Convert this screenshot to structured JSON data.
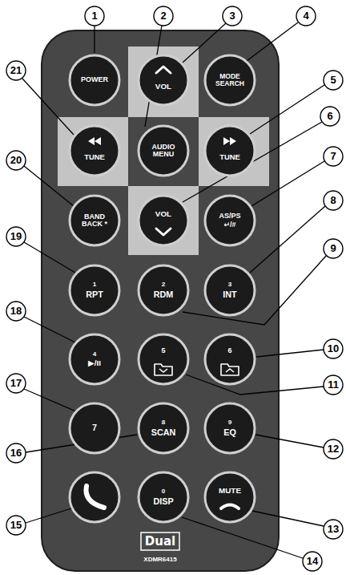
{
  "diagram": {
    "nodes": [
      {
        "text": [
          "POWER"
        ]
      },
      {
        "text": [
          "VOL"
        ]
      },
      {
        "text": [
          "MODE SEARCH"
        ]
      },
      {
        "text": [
          "TUNE"
        ]
      },
      {
        "text": [
          "AUDIO MENU"
        ]
      },
      {
        "text": [
          "TUNE"
        ]
      },
      {
        "text": [
          "BAND BACK *"
        ]
      },
      {
        "text": [
          "VOL"
        ]
      },
      {
        "text": [
          "AS/PS",
          "↵/#"
        ]
      },
      {
        "text": [
          "1",
          "RPT"
        ]
      },
      {
        "text": [
          "2",
          "RDM"
        ]
      },
      {
        "text": [
          "3",
          "INT"
        ]
      },
      {
        "text": [
          "4",
          "▶/II"
        ]
      },
      {
        "text": [
          "5"
        ]
      },
      {
        "text": [
          "6"
        ]
      },
      {
        "text": [
          "7"
        ]
      },
      {
        "text": [
          "8",
          "SCAN"
        ]
      },
      {
        "text": [
          "9",
          "EQ"
        ]
      },
      {
        "text": [
          "0",
          "DISP"
        ]
      },
      {
        "text": [
          "MUTE"
        ]
      }
    ],
    "labels": [
      "1",
      "2",
      "3",
      "4",
      "5",
      "6",
      "7",
      "8",
      "9",
      "10",
      "11",
      "12",
      "13",
      "14",
      "15",
      "16",
      "17",
      "18",
      "19",
      "20",
      "21",
      "Dual",
      "XDMR6415"
    ]
  }
}
